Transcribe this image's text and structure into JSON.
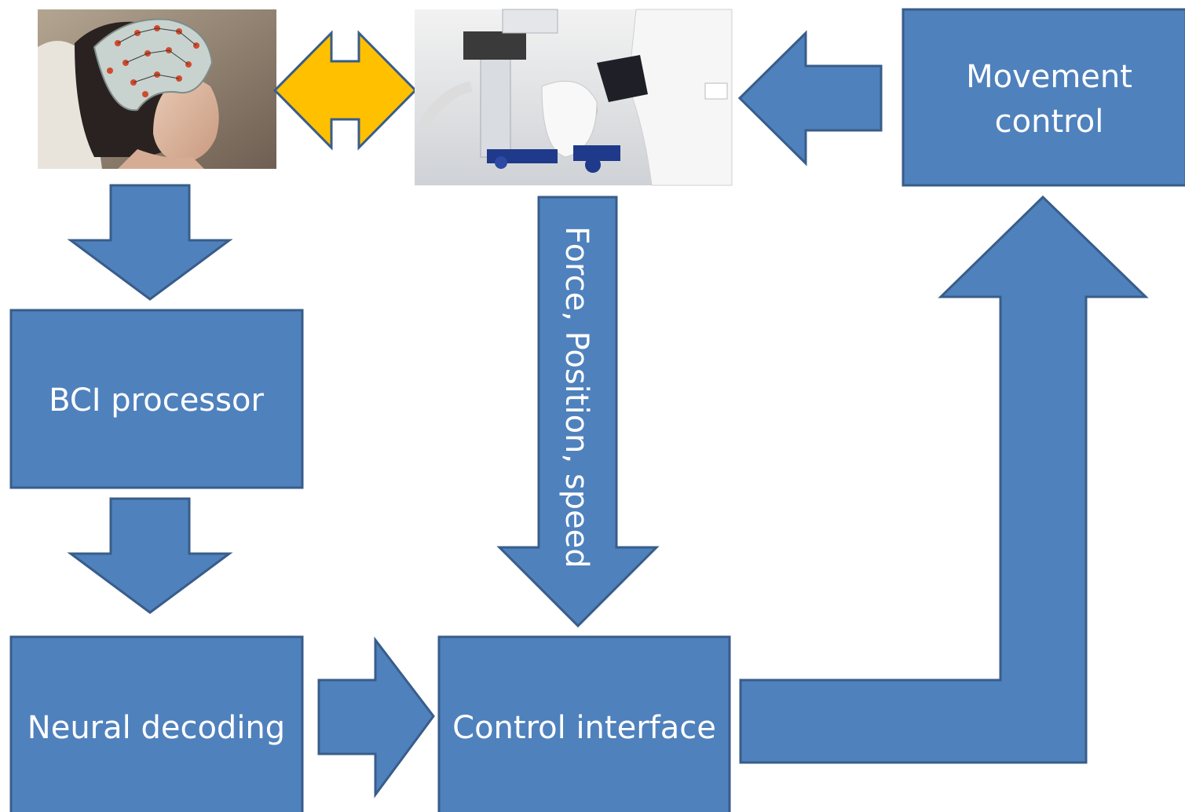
{
  "boxes": {
    "bci_processor": "BCI processor",
    "neural_decoding": "Neural decoding",
    "control_interface": "Control interface",
    "movement_control_line1": "Movement",
    "movement_control_line2": "control"
  },
  "arrow_labels": {
    "feedback": "Force, Position, speed"
  },
  "images": {
    "eeg_cap_photo": "eeg-cap-photo",
    "robot_arm_photo": "rehab-robot-arm-photo"
  },
  "colors": {
    "box_fill": "#4F81BD",
    "box_stroke": "#385D8A",
    "bidirectional_arrow_fill": "#FFC000",
    "bidirectional_arrow_stroke": "#385D8A",
    "text": "#FFFFFF"
  }
}
